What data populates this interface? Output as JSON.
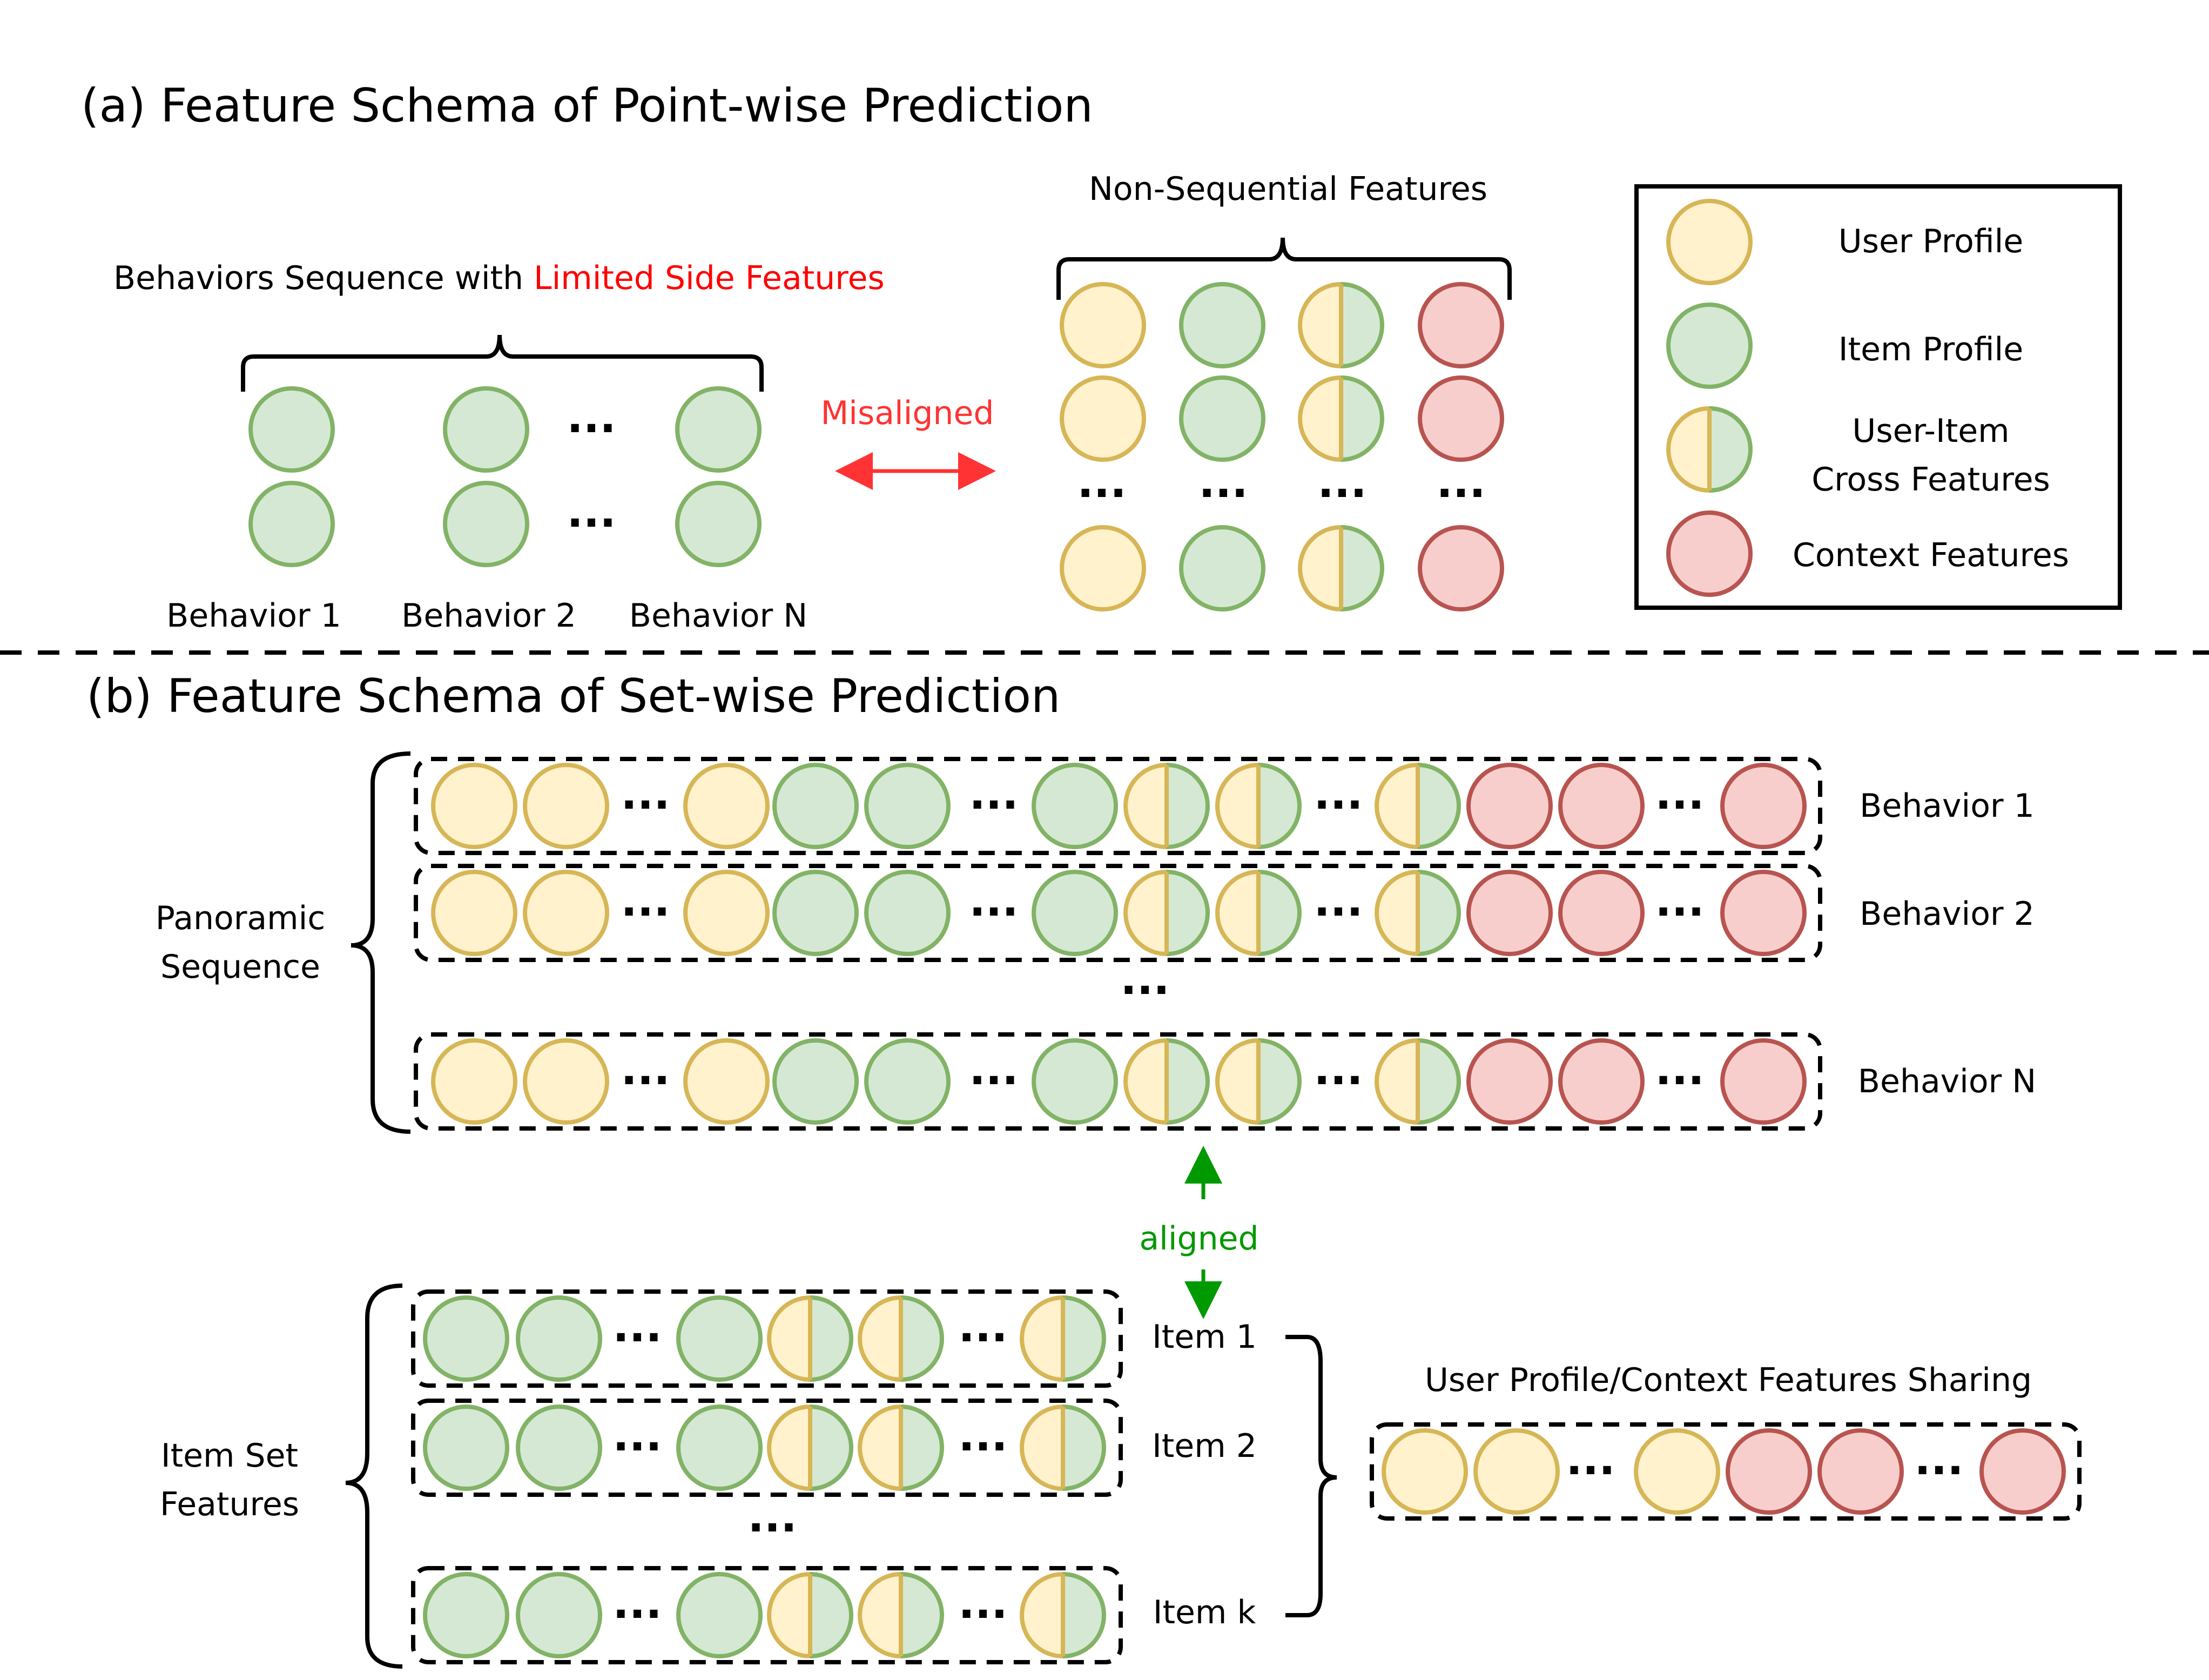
{
  "section_a": {
    "title": "(a) Feature Schema of Point-wise Prediction",
    "behaviors_caption_prefix": "Behaviors Sequence with ",
    "behaviors_caption_highlight": "Limited Side Features",
    "behavior_labels": [
      "Behavior 1",
      "Behavior 2",
      "Behavior N"
    ],
    "misaligned_label": "Misaligned",
    "non_sequential_label": "Non-Sequential Features"
  },
  "legend": {
    "items": [
      "User Profile",
      "Item Profile",
      "User-Item",
      "Cross Features",
      "Context Features"
    ]
  },
  "section_b": {
    "title": "(b) Feature Schema of Set-wise Prediction",
    "panoramic_label": [
      "Panoramic",
      "Sequence"
    ],
    "behavior_row_labels": [
      "Behavior 1",
      "Behavior 2",
      "Behavior N"
    ],
    "aligned_label": "aligned",
    "item_set_label": [
      "Item Set",
      "Features"
    ],
    "item_row_labels": [
      "Item 1",
      "Item 2",
      "Item k"
    ],
    "sharing_label": "User Profile/Context Features Sharing"
  },
  "ellipsis": "...",
  "colors": {
    "user_fill": "#fff2cc",
    "user_stroke": "#d6b656",
    "item_fill": "#d5e8d4",
    "item_stroke": "#82b366",
    "context_fill": "#f8cecc",
    "context_stroke": "#b85450",
    "highlight_red": "#ff0000",
    "aligned_green": "#009900",
    "misaligned_red": "#ff3333"
  }
}
